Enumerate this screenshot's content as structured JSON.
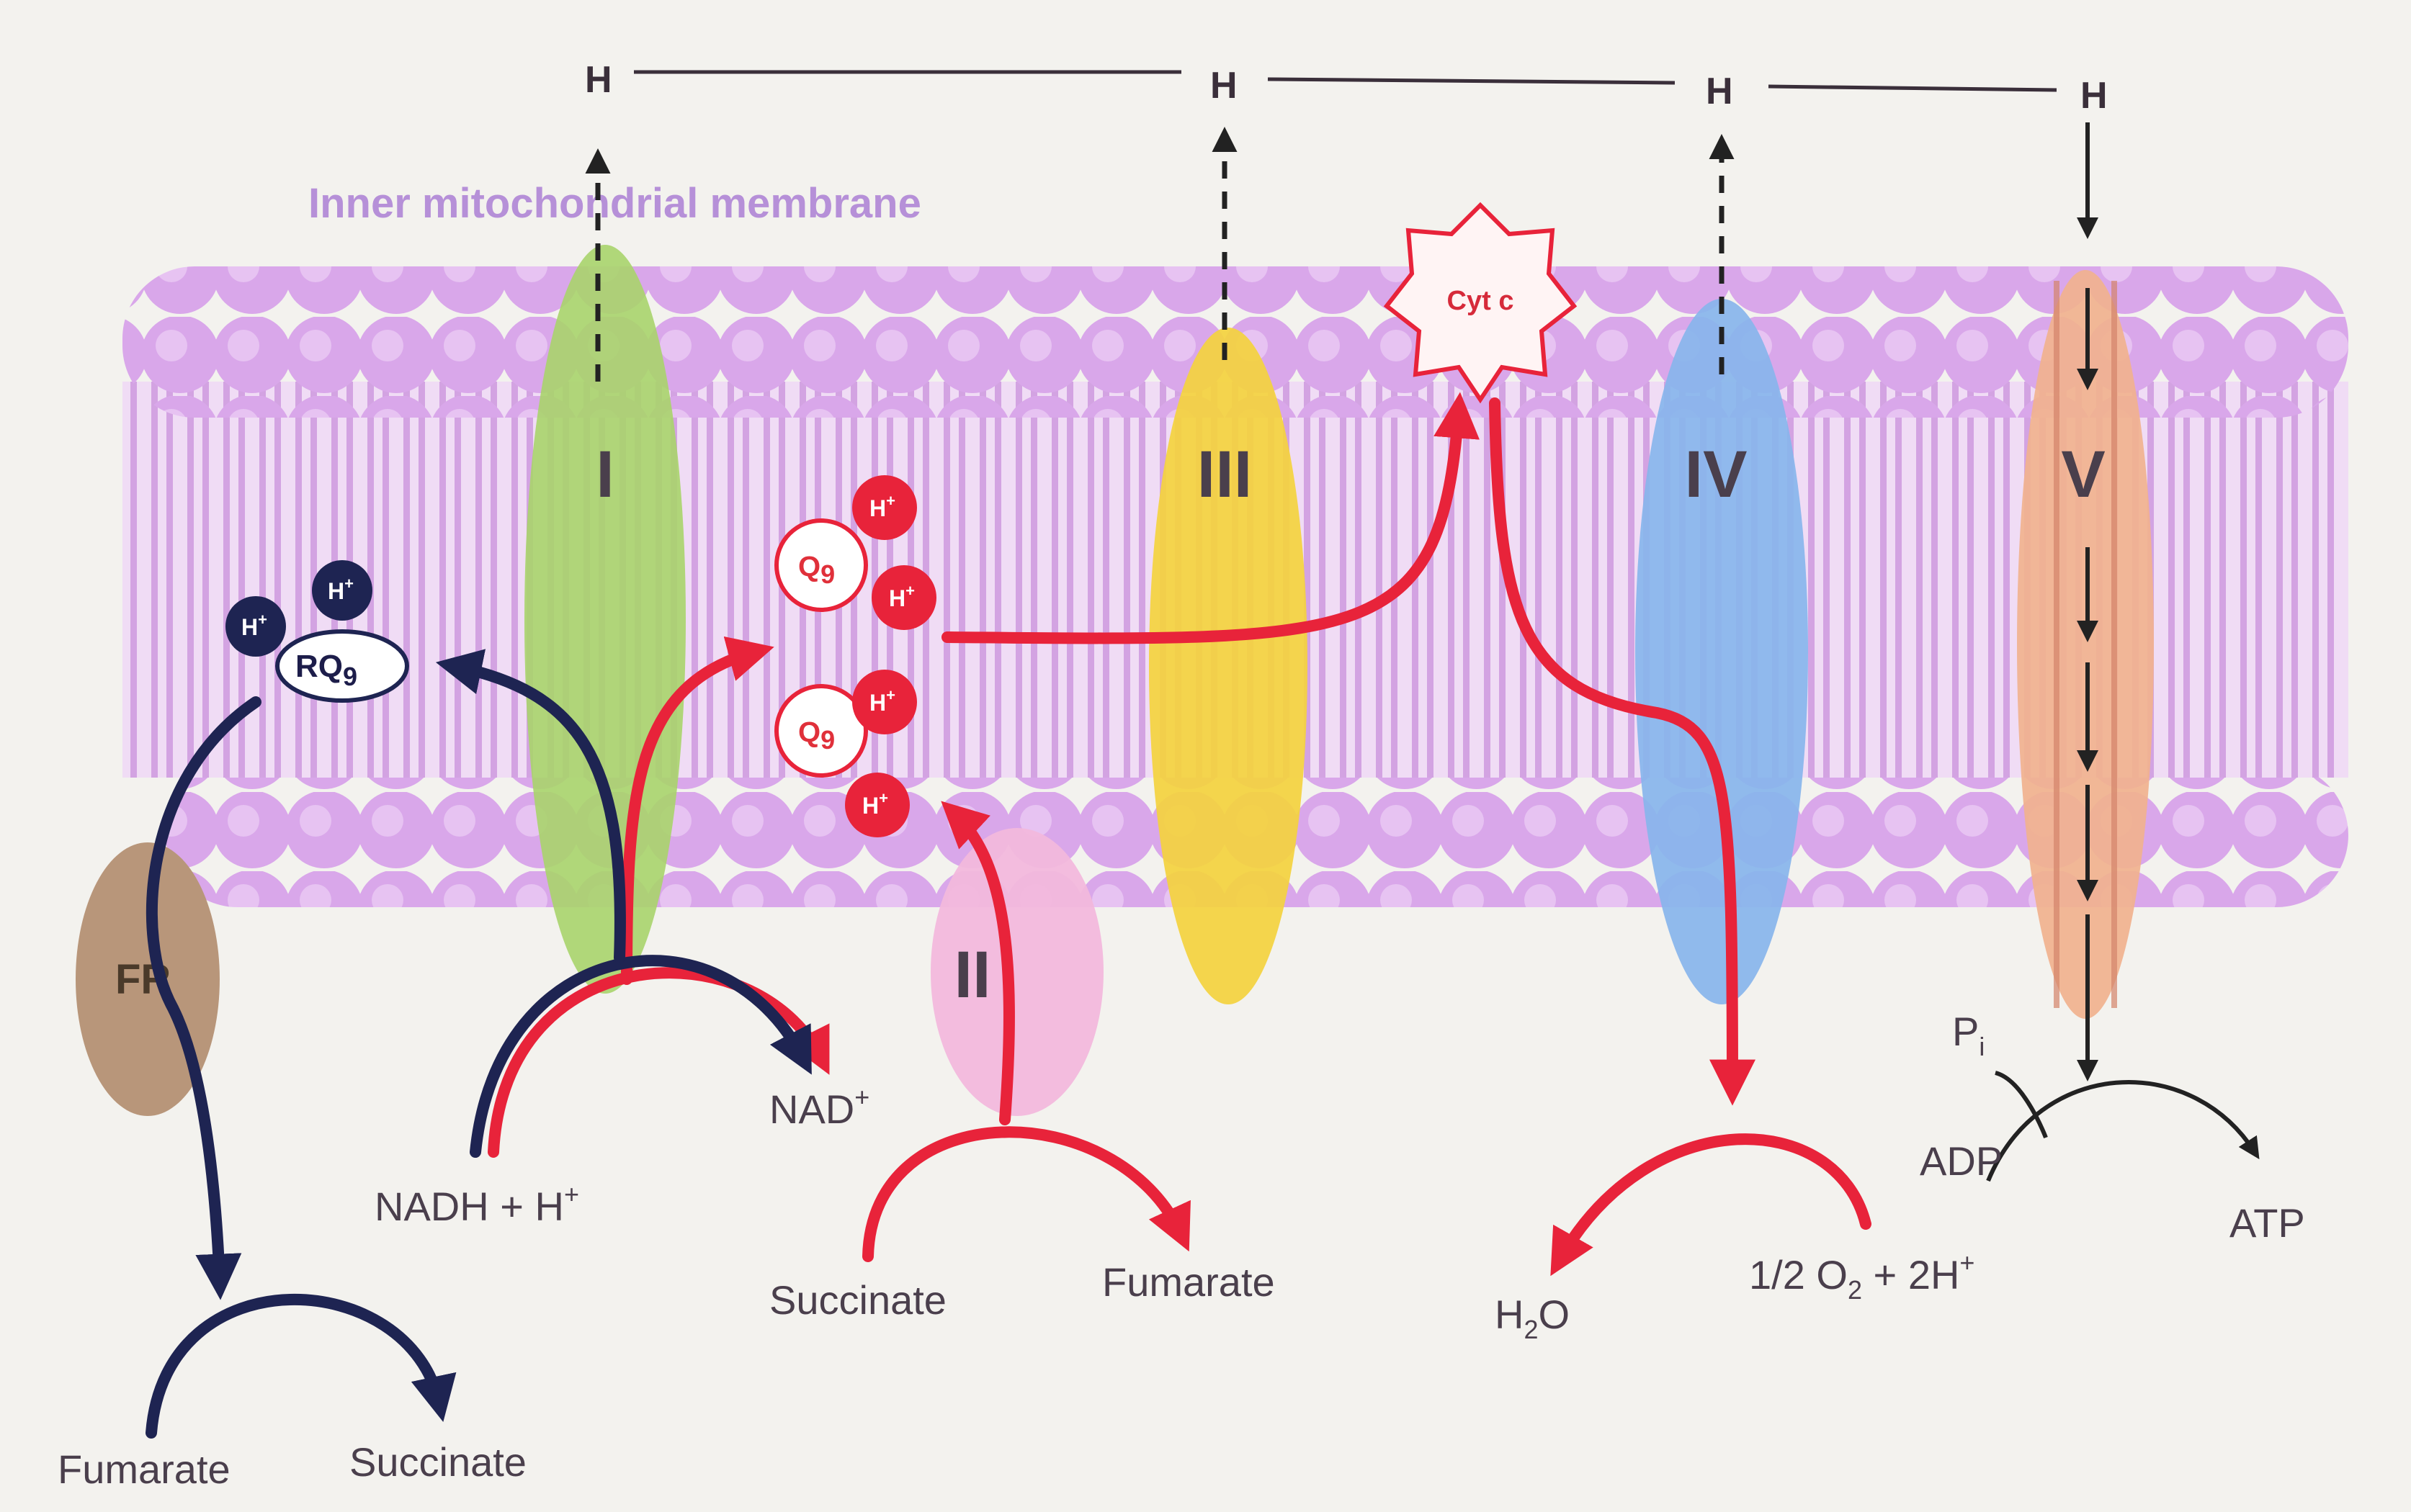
{
  "diagram": {
    "membrane_label": "Inner mitochondrial membrane",
    "proton_top_label": "H",
    "complexes": [
      {
        "id": "I",
        "label": "I",
        "color": "#a9d46b"
      },
      {
        "id": "II",
        "label": "II",
        "color": "#f2b8dc"
      },
      {
        "id": "III",
        "label": "III",
        "color": "#f4d23e"
      },
      {
        "id": "IV",
        "label": "IV",
        "color": "#88b5ec"
      },
      {
        "id": "V",
        "label": "V",
        "color": "#f1b28e"
      }
    ],
    "fr_label": "FR",
    "cyt_c_label": "Cyt c",
    "rq_label": "RQ",
    "rq_subscript": "9",
    "q_label": "Q",
    "q_subscript": "9",
    "h_plus_label": "H",
    "h_plus_superscript": "+",
    "reactions": {
      "nadh": "NADH + H",
      "nadh_sup": "+",
      "nad": "NAD",
      "nad_sup": "+",
      "succinate_ii": "Succinate",
      "fumarate_ii": "Fumarate",
      "water_h": "H",
      "water_sub": "2",
      "water_o": "O",
      "oxygen_prefix": "1/2 O",
      "oxygen_sub": "2",
      "oxygen_suffix": " + 2H",
      "oxygen_sup": "+",
      "pi_p": "P",
      "pi_sub": "i",
      "adp": "ADP",
      "atp": "ATP",
      "fumarate_fr": "Fumarate",
      "succinate_fr": "Succinate"
    },
    "colors": {
      "membrane": "#d8a6e8",
      "membrane_dark": "#c78edb",
      "electron_path": "#e8233a",
      "rq_path": "#1e2452",
      "fr_body": "#b8967a"
    }
  }
}
